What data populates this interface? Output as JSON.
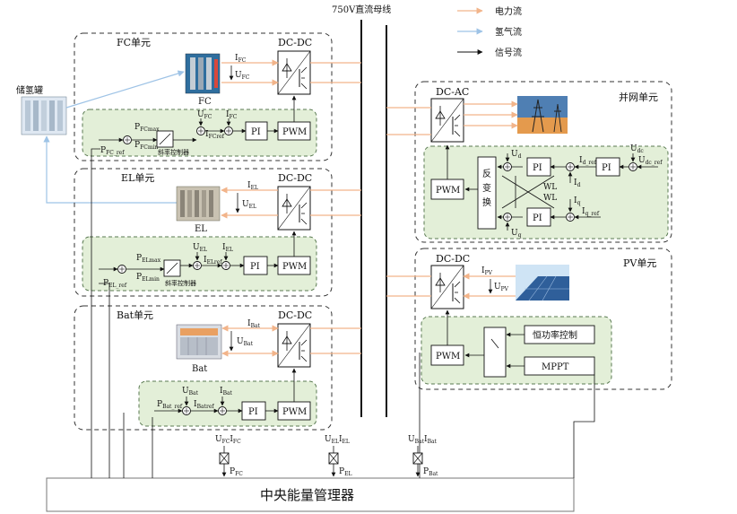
{
  "colors": {
    "power_flow": "#f2b48a",
    "hydrogen_flow": "#9ec3e6",
    "signal_flow": "#111111",
    "panel_fill": "#e3efd8",
    "panel_border": "#5a7a52"
  },
  "legend": {
    "power": "电力流",
    "hydrogen": "氢气流",
    "signal": "信号流"
  },
  "bus_label": "750V直流母线",
  "tank_label": "储氢罐",
  "fc": {
    "title": "FC单元",
    "dcdc": "DC-DC",
    "device": "FC",
    "i": "I",
    "i_sub": "FC",
    "u": "U",
    "u_sub": "FC",
    "p_ref": "P",
    "p_ref_sub": "FC_ref",
    "p_max": "P",
    "p_max_sub": "FCmax",
    "p_min": "P",
    "p_min_sub": "FCmin",
    "limiter": "斜率控制器",
    "u_fb": "U",
    "u_fb_sub": "FC",
    "i_fb": "I",
    "i_fb_sub": "FC",
    "i_ref": "I",
    "i_ref_sub": "FCref",
    "pi": "PI",
    "pwm": "PWM"
  },
  "el": {
    "title": "EL单元",
    "dcdc": "DC-DC",
    "device": "EL",
    "i": "I",
    "i_sub": "EL",
    "u": "U",
    "u_sub": "EL",
    "p_ref": "P",
    "p_ref_sub": "EL_ref",
    "p_max": "P",
    "p_max_sub": "ELmax",
    "p_min": "P",
    "p_min_sub": "ELmin",
    "limiter": "斜率控制器",
    "u_fb": "U",
    "u_fb_sub": "EL",
    "i_fb": "I",
    "i_fb_sub": "EL",
    "i_ref": "I",
    "i_ref_sub": "ELref",
    "pi": "PI",
    "pwm": "PWM"
  },
  "bat": {
    "title": "Bat单元",
    "dcdc": "DC-DC",
    "device": "Bat",
    "i": "I",
    "i_sub": "Bat",
    "u": "U",
    "u_sub": "Bat",
    "p_ref": "P",
    "p_ref_sub": "Bat_ref",
    "u_fb": "U",
    "u_fb_sub": "Bat",
    "i_fb": "I",
    "i_fb_sub": "Bat",
    "i_ref": "I",
    "i_ref_sub": "Batref",
    "pi": "PI",
    "pwm": "PWM"
  },
  "grid": {
    "title": "并网单元",
    "dcac": "DC-AC",
    "pwm": "PWM",
    "transform": [
      "反",
      "变",
      "换"
    ],
    "pi": "PI",
    "wl": "WL",
    "ud": "U",
    "ud_sub": "d",
    "uq": "U",
    "uq_sub": "q",
    "id": "I",
    "id_sub": "d",
    "iq": "I",
    "iq_sub": "q",
    "idref": "I",
    "idref_sub": "d_ref",
    "iqref": "I",
    "iqref_sub": "q_ref",
    "udc": "U",
    "udc_sub": "dc",
    "udcref": "U",
    "udcref_sub": "dc_ref"
  },
  "pv": {
    "title": "PV单元",
    "dcdc": "DC-DC",
    "i": "I",
    "i_sub": "PV",
    "u": "U",
    "u_sub": "PV",
    "pwm": "PWM",
    "const_power": "恒功率控制",
    "mppt": "MPPT"
  },
  "sensors": {
    "fc": {
      "top": "U",
      "top_sub": "FC",
      "top2": "I",
      "top2_sub": "FC",
      "bottom": "P",
      "bottom_sub": "FC"
    },
    "el": {
      "top": "U",
      "top_sub": "EL",
      "top2": "I",
      "top2_sub": "EL",
      "bottom": "P",
      "bottom_sub": "EL"
    },
    "bat": {
      "top": "U",
      "top_sub": "Bat",
      "top2": "I",
      "top2_sub": "Bat",
      "bottom": "P",
      "bottom_sub": "Bat"
    }
  },
  "manager": "中央能量管理器"
}
